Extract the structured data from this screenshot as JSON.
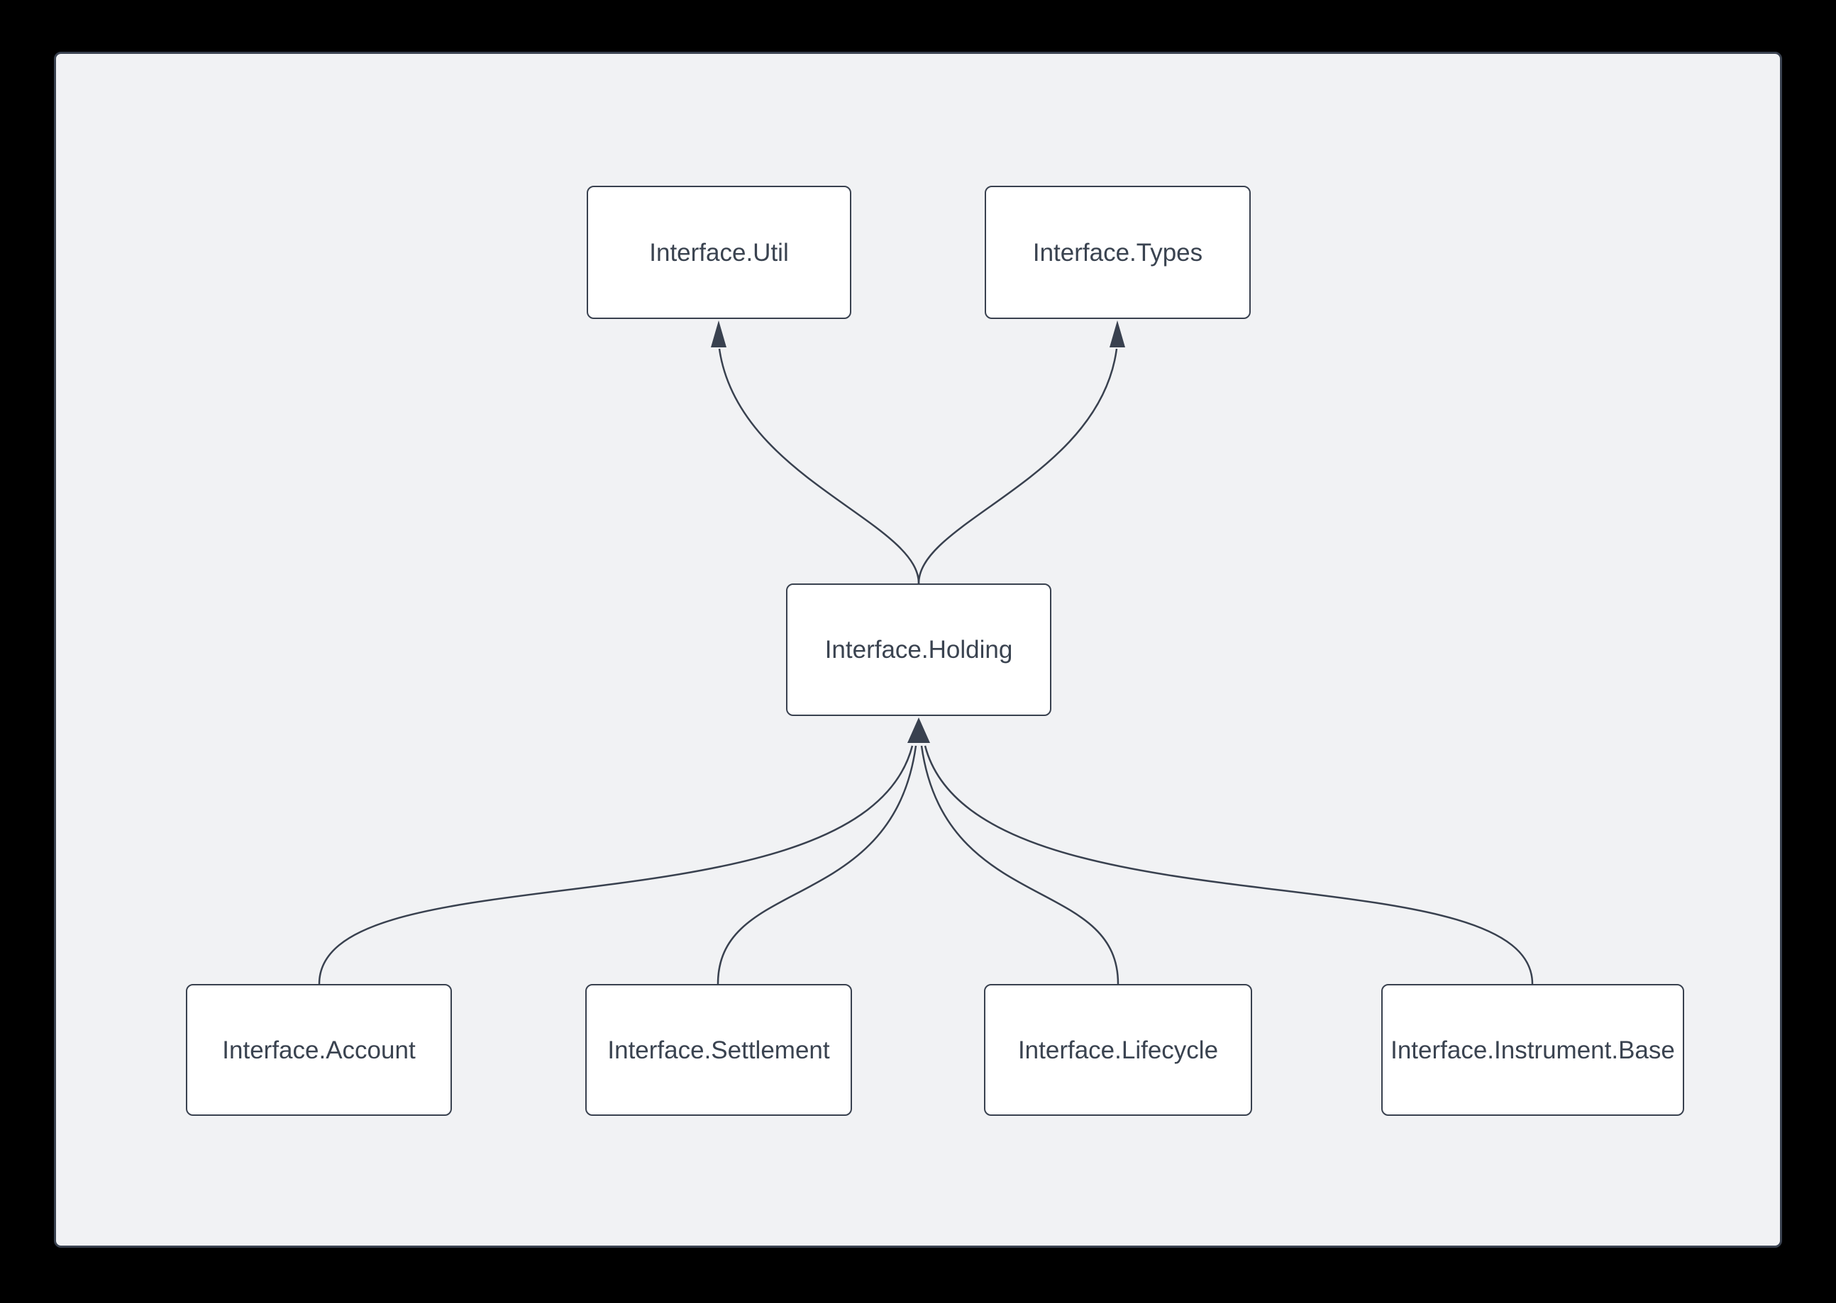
{
  "diagram": {
    "kind": "module-dependency-graph",
    "nodes": [
      {
        "id": "util",
        "label": "Interface.Util"
      },
      {
        "id": "types",
        "label": "Interface.Types"
      },
      {
        "id": "holding",
        "label": "Interface.Holding"
      },
      {
        "id": "account",
        "label": "Interface.Account"
      },
      {
        "id": "settlement",
        "label": "Interface.Settlement"
      },
      {
        "id": "lifecycle",
        "label": "Interface.Lifecycle"
      },
      {
        "id": "instrument_base",
        "label": "Interface.Instrument.Base"
      }
    ],
    "edges": [
      {
        "from": "Interface.Holding",
        "to": "Interface.Util"
      },
      {
        "from": "Interface.Holding",
        "to": "Interface.Types"
      },
      {
        "from": "Interface.Account",
        "to": "Interface.Holding"
      },
      {
        "from": "Interface.Settlement",
        "to": "Interface.Holding"
      },
      {
        "from": "Interface.Lifecycle",
        "to": "Interface.Holding"
      },
      {
        "from": "Interface.Instrument.Base",
        "to": "Interface.Holding"
      }
    ],
    "colors": {
      "backdrop": "#000000",
      "panel_background": "#f1f2f4",
      "panel_border": "#3a4250",
      "node_fill": "#ffffff",
      "node_border": "#39414f",
      "edge_stroke": "#39414f",
      "text": "#3a4350"
    }
  }
}
